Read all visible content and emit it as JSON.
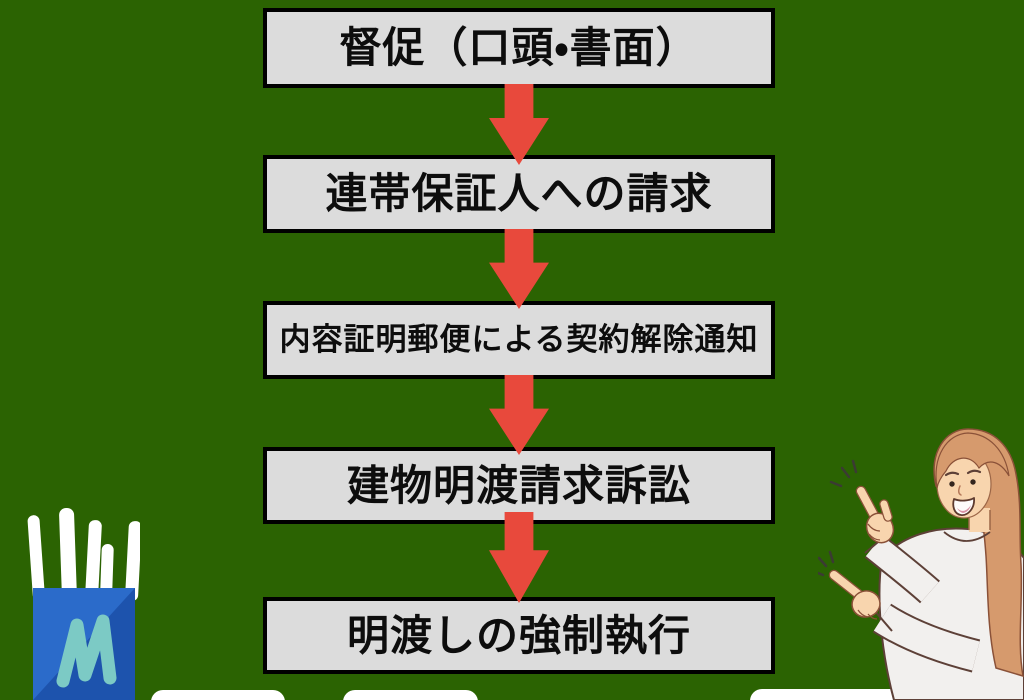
{
  "flowchart": {
    "description": "rental eviction procedure flow",
    "steps": [
      {
        "label": "督促（口頭・書面）"
      },
      {
        "label": "連帯保証人への請求"
      },
      {
        "label": "内容証明郵便による契約解除通知"
      },
      {
        "label": "建物明渡請求訴訟"
      },
      {
        "label": "明渡しの強制執行"
      }
    ]
  },
  "palette": {
    "background": "#2b6302",
    "box_fill": "#dcdcdc",
    "box_border": "#000000",
    "box_text": "#0d0d0d",
    "arrow_red": "#e8493c",
    "cup_blue": "#2b6bca",
    "cup_blue_dark": "#1d53ad",
    "cup_squiggle_teal": "#7ccac5",
    "pen_white": "#ffffff",
    "skin": "#f8d5ae",
    "hair_brown": "#d69a6d",
    "line_brown": "#8a5138",
    "shirt_white": "#f2f0ee",
    "tab_white": "#ffffff"
  },
  "icons": {
    "arrow": "down-block-arrow",
    "pen_holder": "pen-holder-illustration",
    "woman": "pointing-woman-illustration",
    "tabs": "bottom-edge-tabs"
  }
}
